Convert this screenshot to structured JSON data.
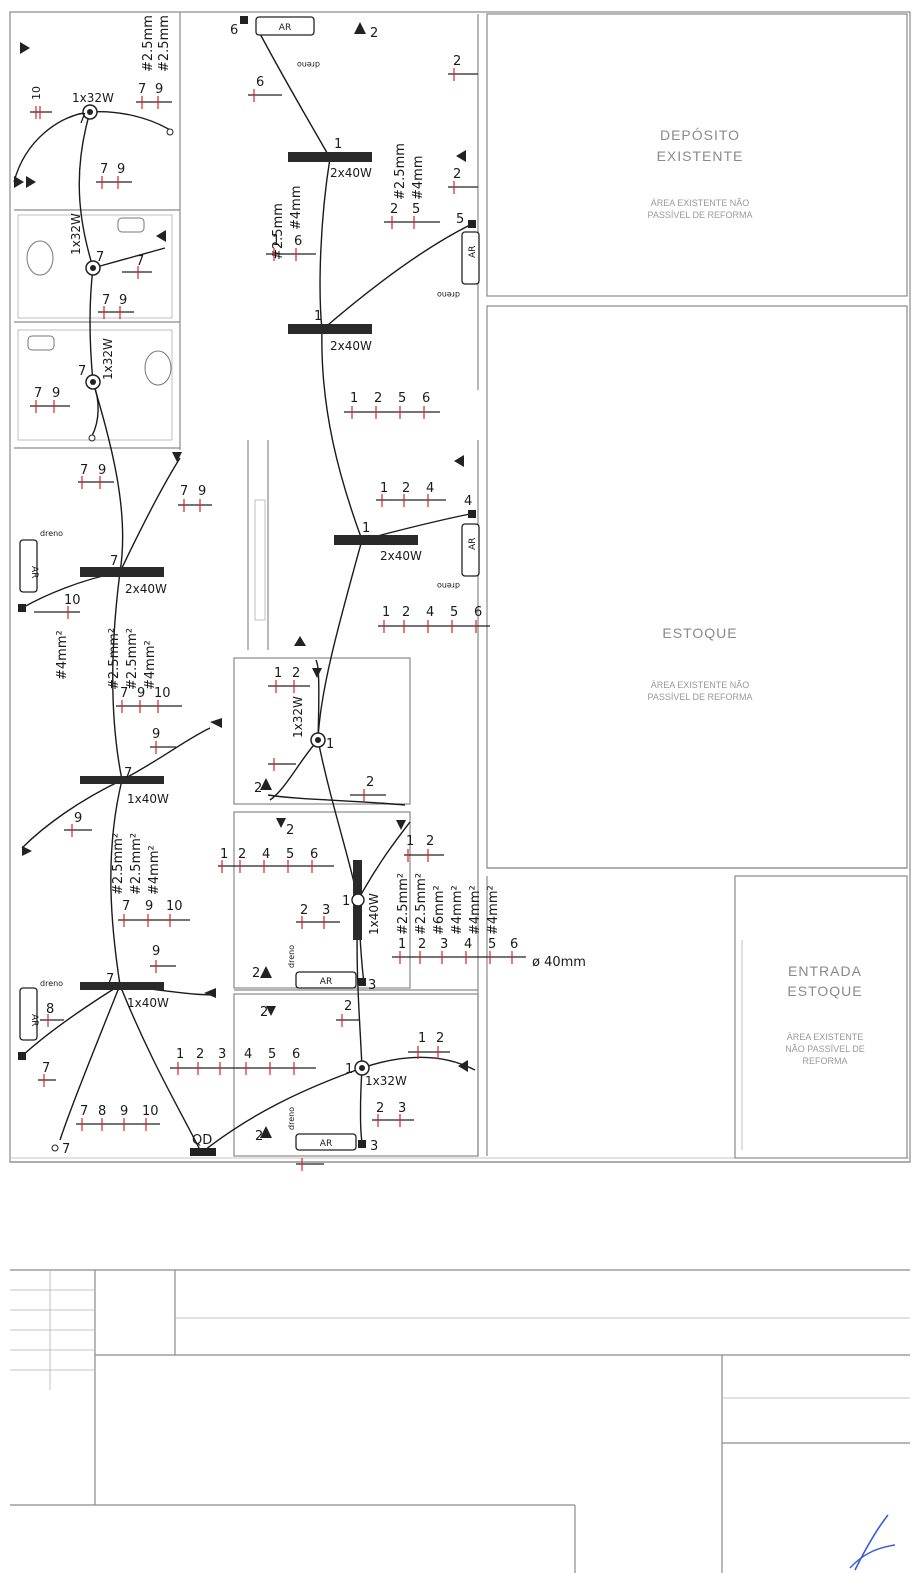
{
  "rooms": {
    "deposito_title": "DEPÓSITO",
    "deposito_sub": "EXISTENTE",
    "deposito_note1": "ÁREA EXISTENTE NÃO",
    "deposito_note2": "PASSÍVEL DE REFORMA",
    "estoque_title": "ESTOQUE",
    "estoque_note1": "ÁREA EXISTENTE NÃO",
    "estoque_note2": "PASSÍVEL DE REFORMA",
    "entrada_title1": "ENTRADA",
    "entrada_title2": "ESTOQUE",
    "entrada_note1": "ÁREA EXISTENTE",
    "entrada_note2": "NÃO PASSÍVEL DE",
    "entrada_note3": "REFORMA"
  },
  "fixtures": {
    "lamp_1x32w": "1x32W",
    "lamp_2x40w": "2x40W",
    "lamp_1x40w": "1x40W",
    "ar": "AR",
    "dreno": "dreno",
    "qd": "QD"
  },
  "cables": {
    "c25": "#2.5mm",
    "c4": "#4mm",
    "c25sq": "#2.5mm²",
    "c4sq": "#4mm²",
    "c6sq": "#6mm²",
    "conduit": "ø 40mm"
  },
  "circuits": {
    "c1": "1",
    "c2": "2",
    "c3": "3",
    "c4": "4",
    "c5": "5",
    "c6": "6",
    "c7": "7",
    "c8": "8",
    "c9": "9",
    "c10": "10"
  }
}
